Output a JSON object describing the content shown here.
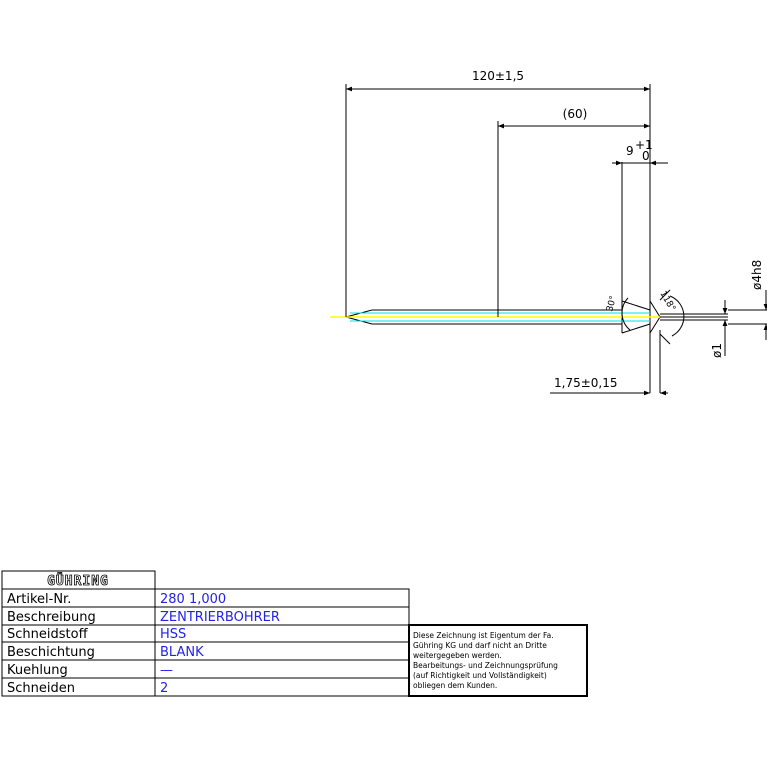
{
  "drawing": {
    "dimensions": {
      "overall_length": "120±1,5",
      "flute_length": "(60)",
      "point_length_main": "9",
      "point_tol_upper": "+1",
      "point_tol_lower": "0",
      "shank_diameter": "ø4h8",
      "tip_diameter": "ø1",
      "pilot_length": "1,75±0,15",
      "angle_left": "30°",
      "angle_right": "118°"
    },
    "colors": {
      "line": "#000000",
      "center_line": "#ffff00",
      "edge_line": "#00e0e0",
      "value_text": "#2323e6"
    }
  },
  "title_block": {
    "logo": "GÜHRING",
    "rows": [
      {
        "label": "Artikel-Nr.",
        "value": "280 1,000"
      },
      {
        "label": "Beschreibung",
        "value": "ZENTRIERBOHRER"
      },
      {
        "label": "Schneidstoff",
        "value": "HSS"
      },
      {
        "label": "Beschichtung",
        "value": "BLANK"
      },
      {
        "label": "Kuehlung",
        "value": "—"
      },
      {
        "label": "Schneiden",
        "value": "2"
      }
    ],
    "note_lines": [
      "Diese Zeichnung ist Eigentum der Fa.",
      "Gühring KG und darf nicht an Dritte",
      "weitergegeben werden.",
      "Bearbeitungs- und Zeichnungsprüfung",
      "(auf Richtigkeit und Vollständigkeit)",
      "obliegen dem Kunden."
    ]
  }
}
